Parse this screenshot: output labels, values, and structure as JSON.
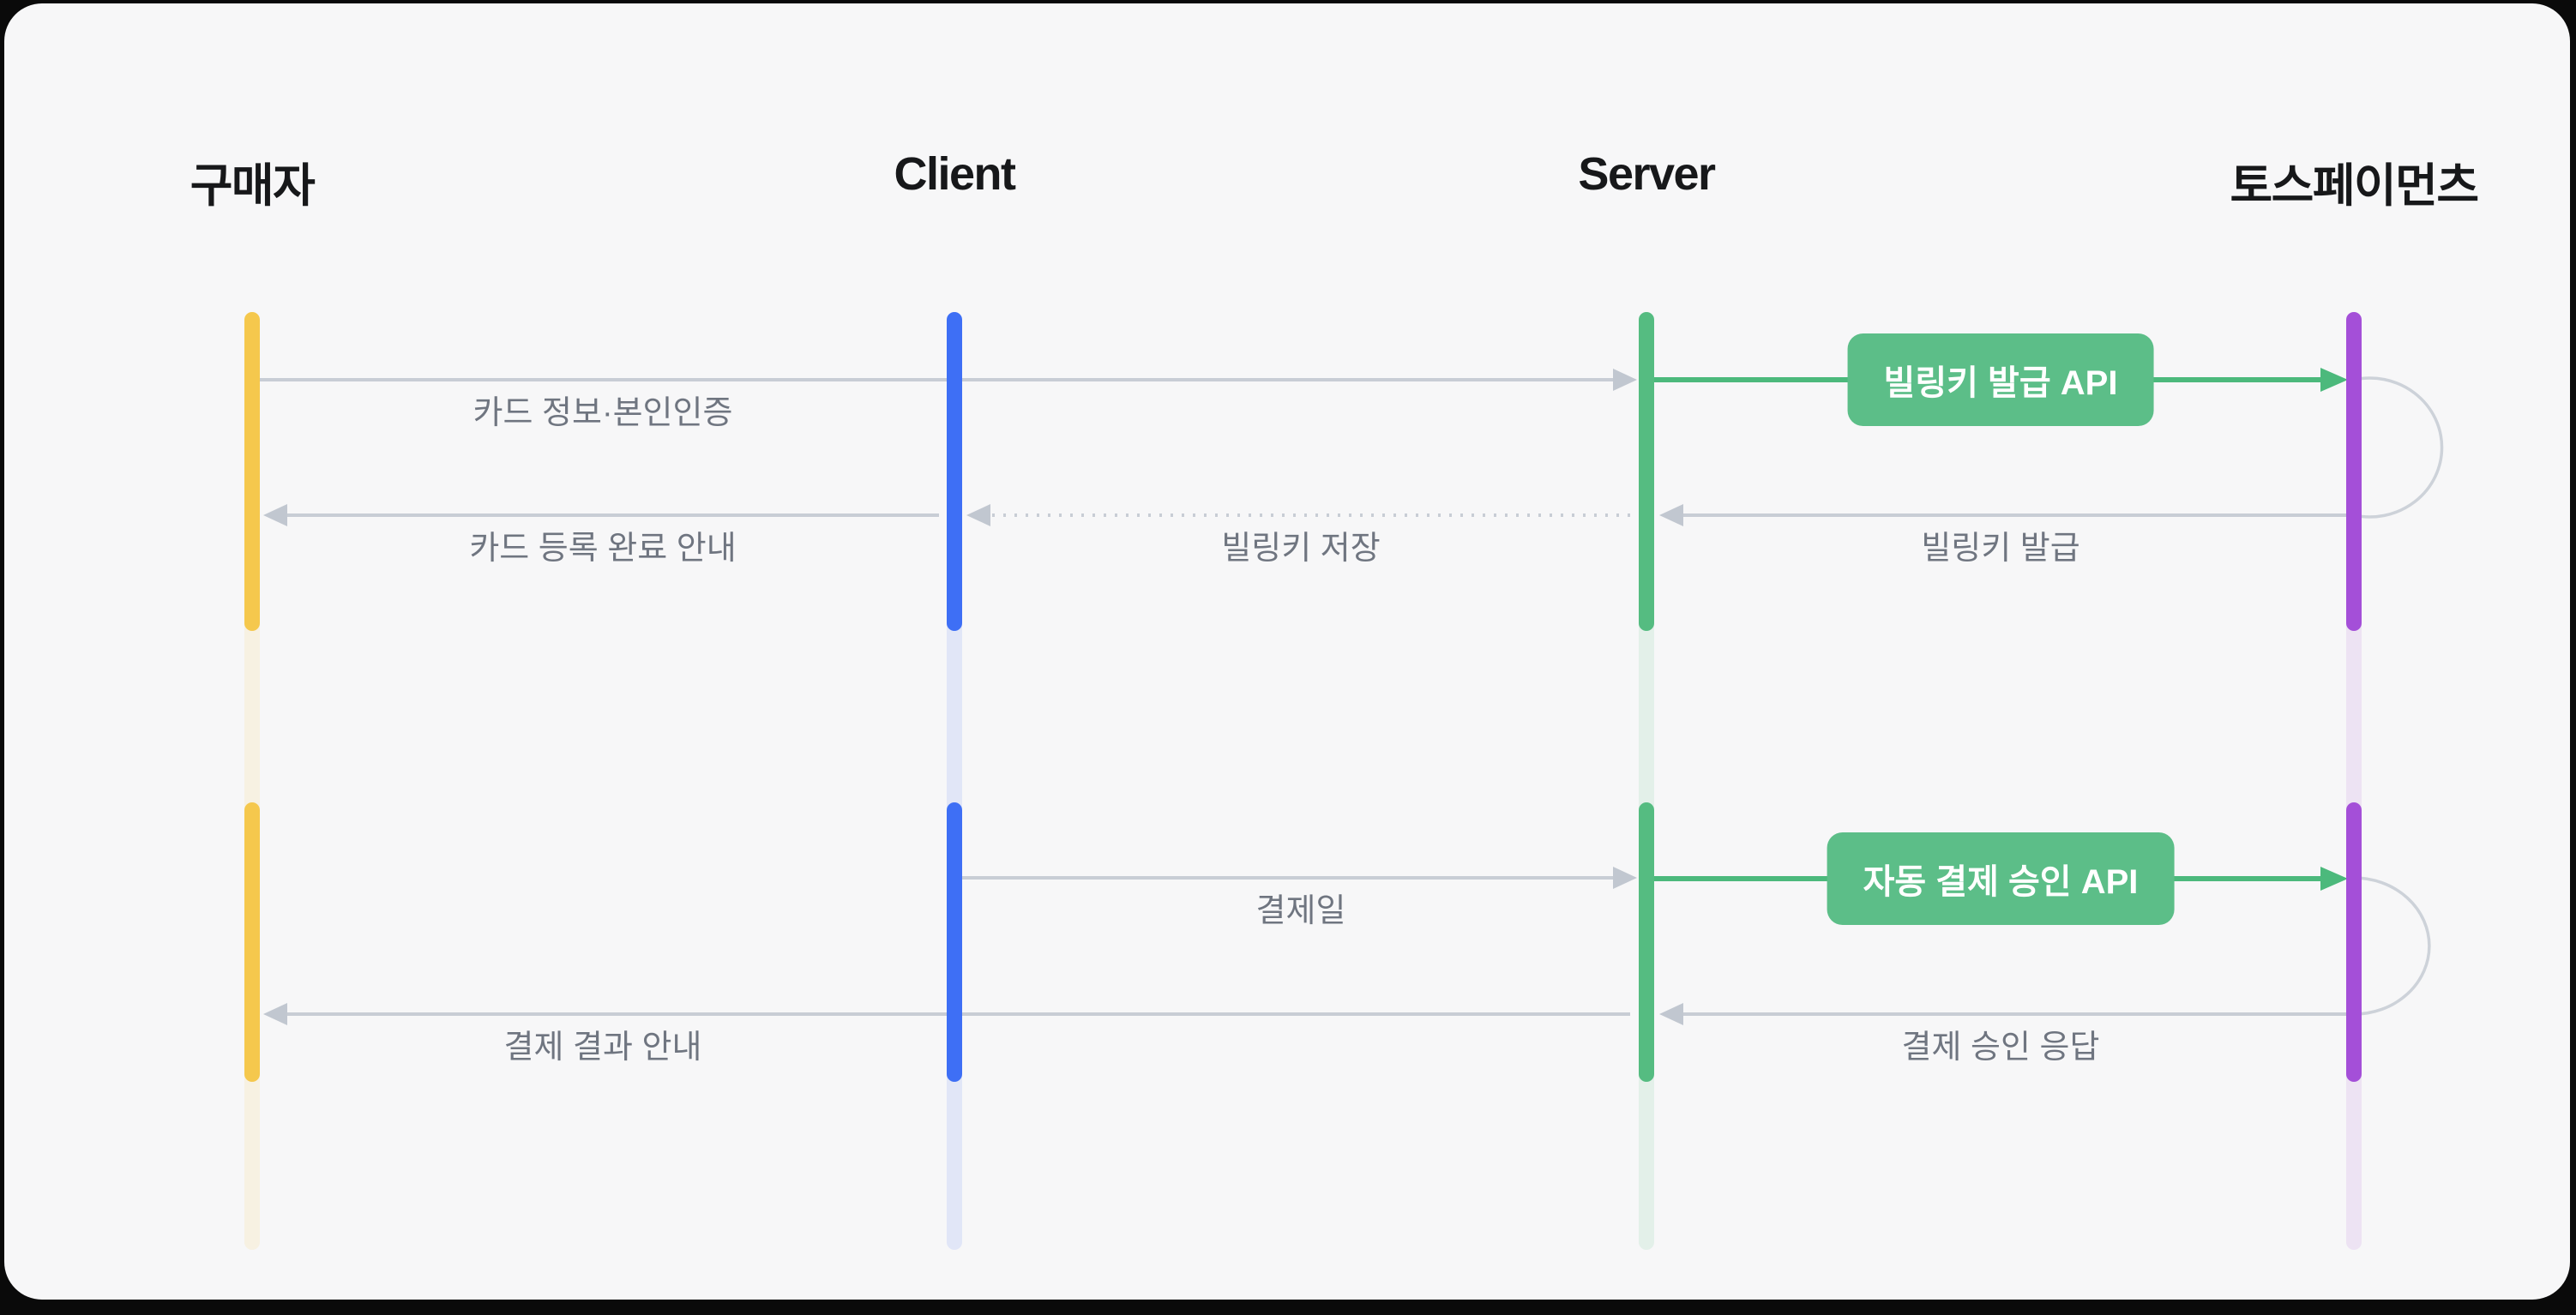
{
  "diagram_type": "sequence",
  "actors": [
    {
      "id": "buyer",
      "label": "구매자",
      "color": "#F5C84D"
    },
    {
      "id": "client",
      "label": "Client",
      "color": "#3E6FF5"
    },
    {
      "id": "server",
      "label": "Server",
      "color": "#55BC81"
    },
    {
      "id": "tosspayments",
      "label": "토스페이먼츠",
      "color": "#A44FD8"
    }
  ],
  "messages": [
    {
      "label": "카드 정보·본인인증",
      "from": "구매자",
      "to": "Server",
      "style": "solid-gray"
    },
    {
      "label": "빌링키 발급 API",
      "from": "Server",
      "to": "토스페이먼츠",
      "style": "green-api-badge"
    },
    {
      "label": "빌링키 발급",
      "from": "토스페이먼츠",
      "to": "Server",
      "style": "solid-gray"
    },
    {
      "label": "빌링키 저장",
      "from": "Server",
      "to": "Client",
      "style": "dotted-gray"
    },
    {
      "label": "카드 등록 완료 안내",
      "from": "Client",
      "to": "구매자",
      "style": "solid-gray"
    },
    {
      "label": "결제일",
      "from": "Client",
      "to": "Server",
      "style": "solid-gray"
    },
    {
      "label": "자동 결제 승인 API",
      "from": "Server",
      "to": "토스페이먼츠",
      "style": "green-api-badge"
    },
    {
      "label": "결제 승인 응답",
      "from": "토스페이먼츠",
      "to": "Server",
      "style": "solid-gray"
    },
    {
      "label": "결제 결과 안내",
      "from": "Server",
      "to": "구매자",
      "style": "solid-gray"
    }
  ],
  "colors": {
    "page_bg": "#0a0a0a",
    "card_bg": "#F7F7F8",
    "title_text": "#17181A",
    "label_text": "#6F7580",
    "line_gray": "#C8CDD5",
    "arrow_gray": "#C1C7D0",
    "loop_gray": "#CDD2D9",
    "green_line": "#4CB97C",
    "badge_bg": "#5CBE88",
    "badge_text": "#FFFFFF"
  }
}
